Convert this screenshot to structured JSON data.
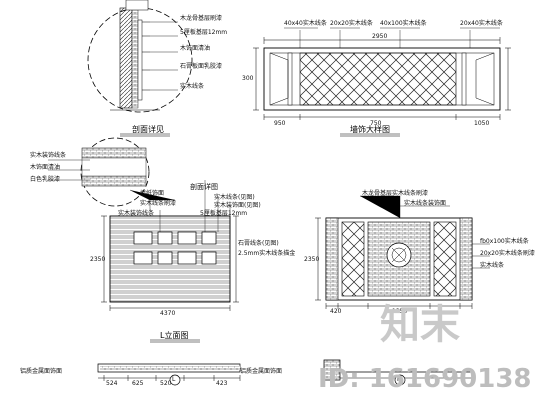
{
  "titles": {
    "section": "剖面详见",
    "detail": "墙饰大样图",
    "elev_left": "L立面图",
    "zoom_tag": "剖面详图"
  },
  "section_labels": [
    "木龙骨基层刷漆",
    "5厘板基层12mm",
    "木饰面清油",
    "石膏板面乳胶漆",
    "实木线条"
  ],
  "detail_labels": [
    "40x40实木线条",
    "20x20实木线条",
    "40x100实木线条",
    "20x40实木线条"
  ],
  "detail_dims": [
    "2950",
    "950",
    "750",
    "1050",
    "300"
  ],
  "left_labels": [
    "实木装饰线条",
    "木饰面清油",
    "白色乳胶漆",
    "墙纸饰面",
    "实木线条刷漆"
  ],
  "left_upper_labels": [
    "实木装饰线条",
    "5厘板基层12mm"
  ],
  "left_elev_labels": [
    "实木线条(见图)",
    "实木装饰面(见图)",
    "石膏线条(见图)",
    "2.5mm实木线条描金"
  ],
  "left_dims": [
    "4370",
    "2350"
  ],
  "right_labels": [
    "木龙骨基层实木线条刷漆",
    "实木线条装饰面",
    "fb0x100实木线条",
    "20x20实木线条刷漆",
    "实木线条"
  ],
  "right_dims": [
    "2350",
    "420",
    "1350"
  ],
  "bottom_labels": [
    "铝质金属面饰面",
    "铝质金属面饰面"
  ],
  "bottom_dims": [
    "524",
    "625",
    "520",
    "423"
  ],
  "markers": [
    "L",
    "R"
  ],
  "watermark": {
    "logo": "知末",
    "id": "ID: 161690138"
  }
}
